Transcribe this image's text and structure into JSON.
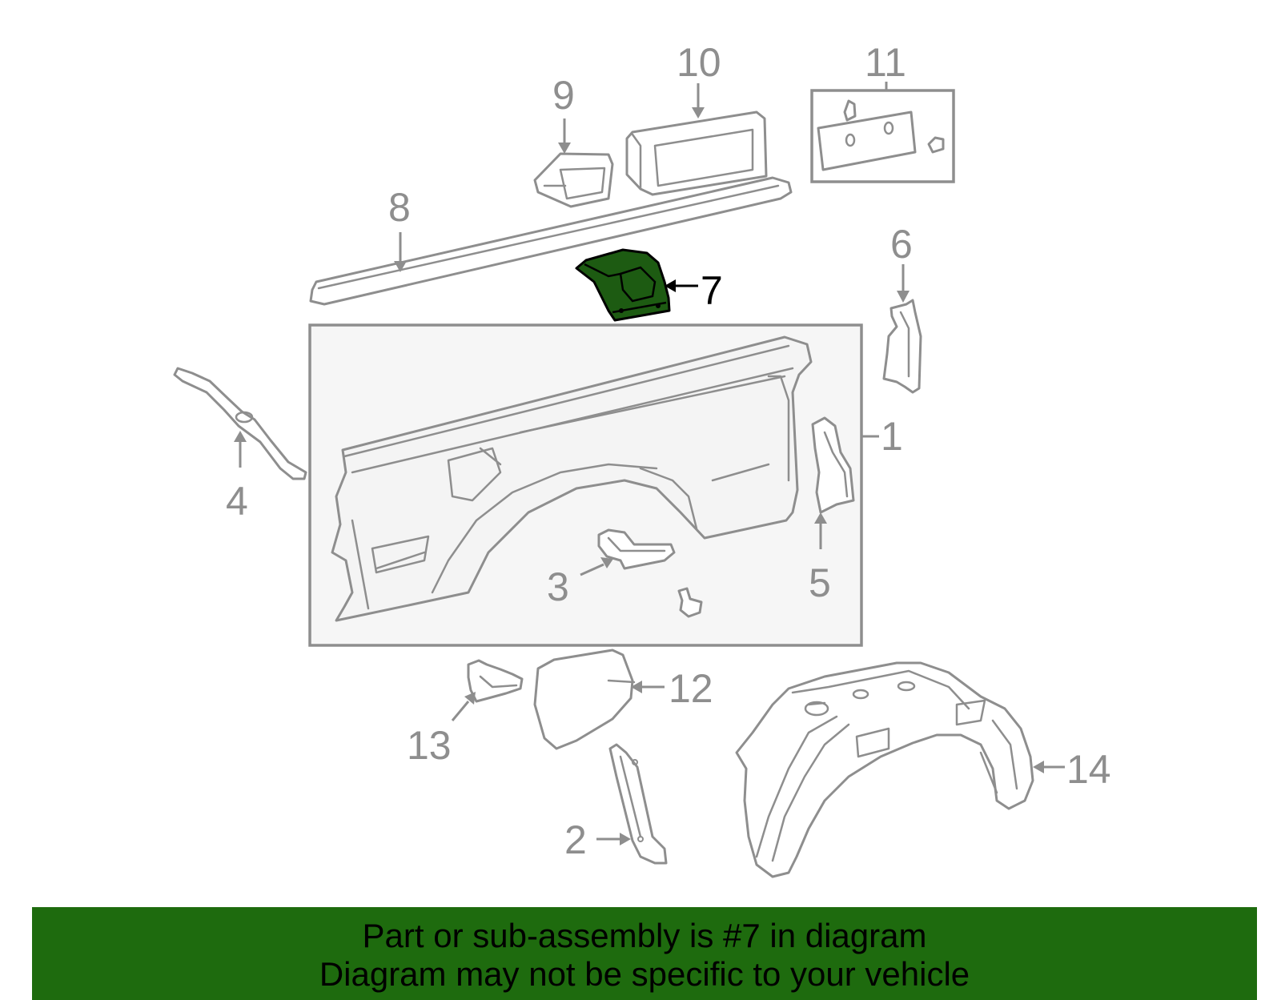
{
  "callouts": {
    "c1": "1",
    "c2": "2",
    "c3": "3",
    "c4": "4",
    "c5": "5",
    "c6": "6",
    "c7": "7",
    "c8": "8",
    "c9": "9",
    "c10": "10",
    "c11": "11",
    "c12": "12",
    "c13": "13",
    "c14": "14"
  },
  "highlighted_part": "7",
  "colors": {
    "highlight_fill": "#1d5b12",
    "banner_bg": "#1e6b0e",
    "line_art": "#8e8e8e"
  },
  "banner": {
    "line1": "Part or sub-assembly is #7 in diagram",
    "line2": "Diagram may not be specific to your vehicle"
  }
}
